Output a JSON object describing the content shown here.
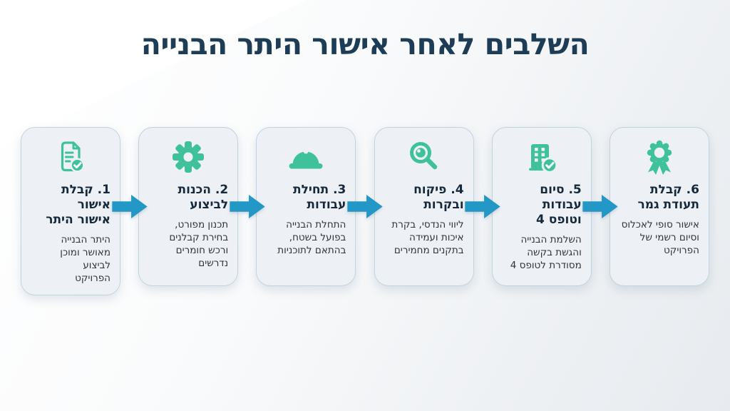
{
  "title": "השלבים לאחר אישור היתר הבנייה",
  "colors": {
    "title_navy": "#1d3c55",
    "icon_teal": "#3fc29c",
    "arrow_blue": "#2397c5",
    "card_background": "#edf1f5",
    "card_border": "#c2d3e0"
  },
  "steps": [
    {
      "icon": "document-check-icon",
      "title": "1. קבלת אישור\nאישור היתר",
      "body": "היתר הבנייה\nמאושר ומוכן לביצוע\nהפרויקט"
    },
    {
      "icon": "gear-icon",
      "title": "2. הכנות\nלביצוע",
      "body": "תכנון מפורט,\nבחירת קבלנים\nורכש חומרים\nנדרשים"
    },
    {
      "icon": "hard-hat-icon",
      "title": "3. תחילת\nעבודות",
      "body": "התחלת הבנייה\nבפועל בשטח,\nבהתאם לתוכניות"
    },
    {
      "icon": "magnifier-eye-icon",
      "title": "4. פיקוח\nובקרות",
      "body": "ליווי הנדסי, בקרת\nאיכות ועמידה\nבתקנים מחמירים"
    },
    {
      "icon": "building-check-icon",
      "title": "5. סיום עבודות\nוטופס 4",
      "body": "השלמת הבנייה\nוהגשת בקשה\nמסודרת לטופס 4"
    },
    {
      "icon": "award-ribbon-icon",
      "title": "6. קבלת\nתעודת גמר",
      "body": "אישור סופי לאכלוס\nוסיום רשמי של\nהפרויקט"
    }
  ]
}
